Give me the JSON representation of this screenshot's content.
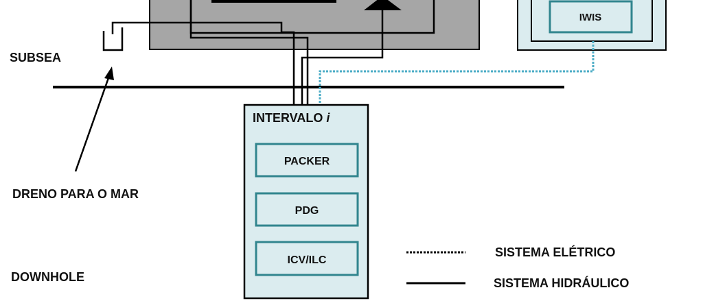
{
  "labels": {
    "subsea": "SUBSEA",
    "downhole": "DOWNHOLE",
    "drain": "DRENO PARA O MAR",
    "interval_prefix": "INTERVALO ",
    "interval_index": "i"
  },
  "modules": {
    "iwis": "IWIS",
    "packer": "PACKER",
    "pdg": "PDG",
    "icv": "ICV/ILC"
  },
  "legend": {
    "electric": "SISTEMA ELÉTRICO",
    "hydraulic": "SISTEMA HIDRÁULICO"
  },
  "colors": {
    "subsea_module_fill": "#a6a6a6",
    "light_box_fill": "#dbecef",
    "teal_border": "#31858e",
    "electric_dotted_line": "#4bacc6",
    "hydraulic_line": "#000000"
  }
}
